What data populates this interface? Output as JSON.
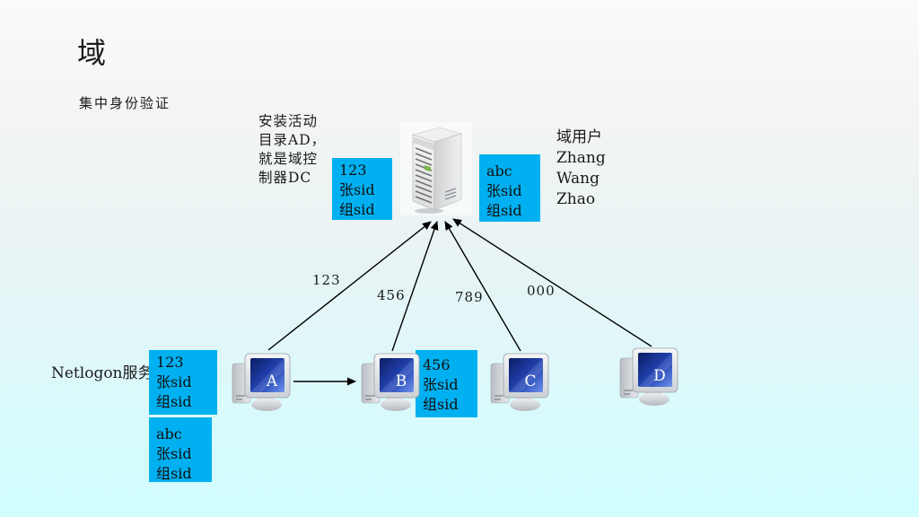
{
  "slide": {
    "title": "域",
    "subtitle": "集中身份验证",
    "ad_note": "安装活动\n目录AD，\n就是域控\n制器DC",
    "netlogon_label": "Netlogon服务",
    "domain_users_heading": "域用户",
    "domain_users": [
      "Zhang",
      "Wang",
      "Zhao"
    ]
  },
  "sid_boxes": {
    "dc_left": "123\n张sid\n组sid",
    "dc_right": "abc\n张sid\n组sid",
    "client_a_1": "123\n张sid\n组sid",
    "client_a_2": "abc\n张sid\n组sid",
    "client_b": "456\n张sid\n组sid"
  },
  "arrow_labels": {
    "a_to_dc": "123",
    "b_to_dc": "456",
    "c_to_dc": "789",
    "d_to_dc": "000"
  },
  "computers": [
    {
      "label": "A"
    },
    {
      "label": "B"
    },
    {
      "label": "C"
    },
    {
      "label": "D"
    }
  ],
  "colors": {
    "sid_box": "#00b0f0",
    "line": "#000000"
  }
}
